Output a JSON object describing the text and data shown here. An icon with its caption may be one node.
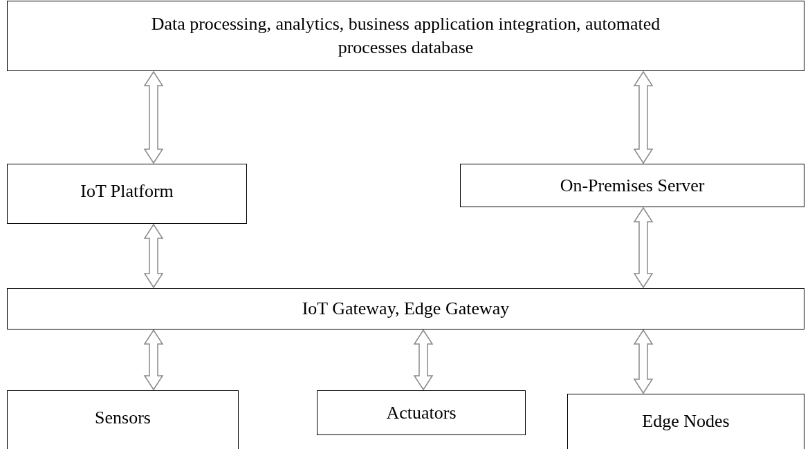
{
  "diagram": {
    "nodes": [
      {
        "text": [
          "Data processing, analytics, business application integration, automated processes database"
        ]
      },
      {
        "text": [
          "IoT Platform"
        ]
      },
      {
        "text": [
          "On-Premises Server"
        ]
      },
      {
        "text": [
          "IoT Gateway, Edge Gateway"
        ]
      },
      {
        "text": [
          "Sensors"
        ]
      },
      {
        "text": [
          "Actuators"
        ]
      },
      {
        "text": [
          "Edge Nodes"
        ]
      }
    ],
    "edges": [
      {
        "from": 0,
        "to": 1,
        "arrow": "both"
      },
      {
        "from": 0,
        "to": 2,
        "arrow": "both"
      },
      {
        "from": 1,
        "to": 3,
        "arrow": "both"
      },
      {
        "from": 2,
        "to": 3,
        "arrow": "both"
      },
      {
        "from": 3,
        "to": 4,
        "arrow": "both"
      },
      {
        "from": 3,
        "to": 5,
        "arrow": "both"
      },
      {
        "from": 3,
        "to": 6,
        "arrow": "both"
      }
    ]
  }
}
